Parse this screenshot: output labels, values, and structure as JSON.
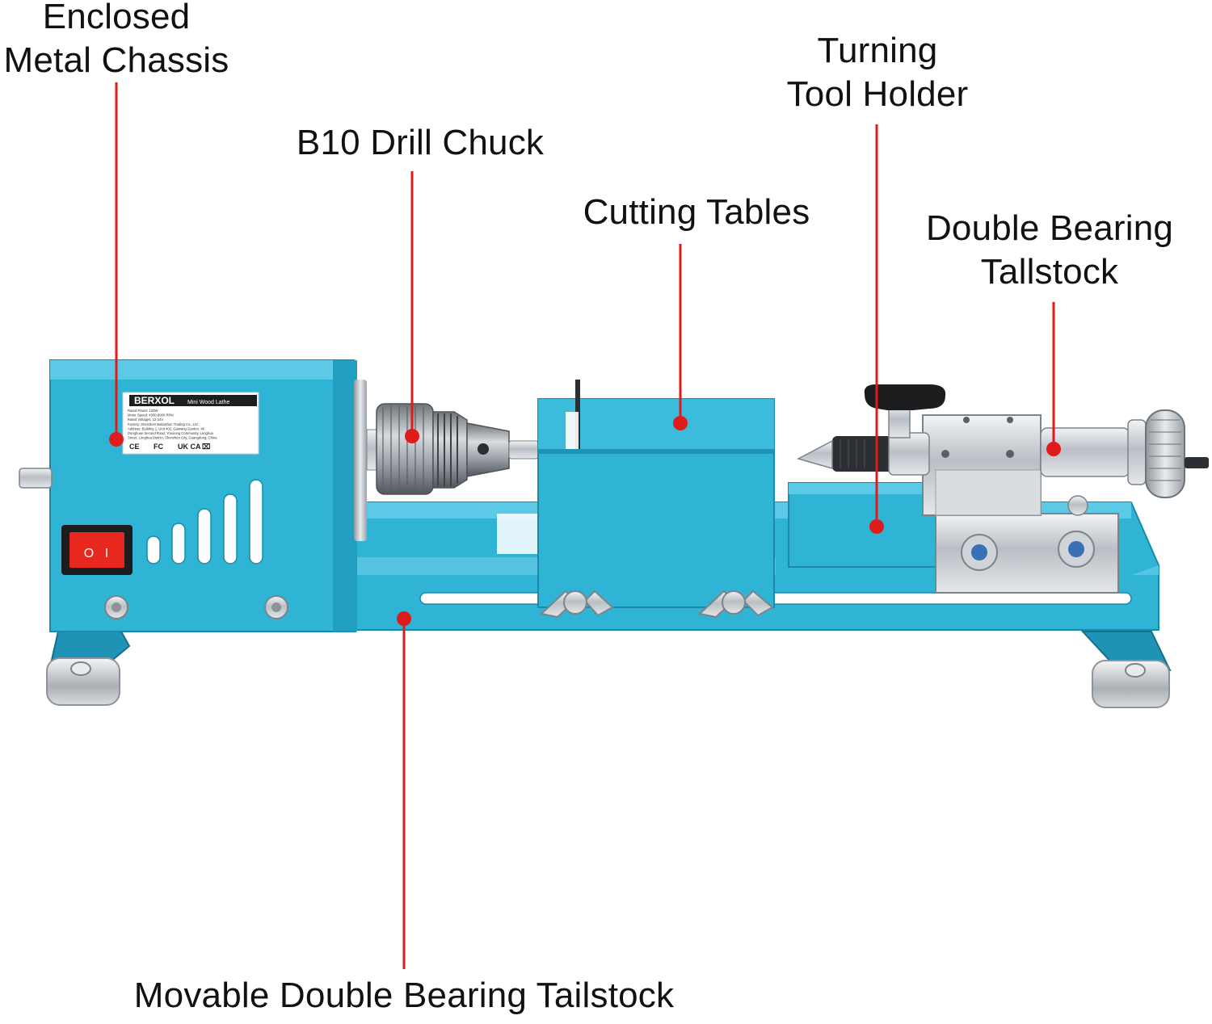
{
  "callouts": [
    {
      "id": "enclosed-metal-chassis",
      "lines": [
        "Enclosed",
        "Metal Chassis"
      ]
    },
    {
      "id": "b10-drill-chuck",
      "lines": [
        "B10 Drill Chuck"
      ]
    },
    {
      "id": "cutting-tables",
      "lines": [
        "Cutting Tables"
      ]
    },
    {
      "id": "turning-tool-holder",
      "lines": [
        "Turning",
        "Tool Holder"
      ]
    },
    {
      "id": "double-bearing-tailstock",
      "lines": [
        "Double Bearing",
        "Tallstock"
      ]
    },
    {
      "id": "movable-double-bearing-tailstock",
      "lines": [
        "Movable Double Bearing Tailstock"
      ]
    }
  ],
  "product_label": {
    "brand": "BERXOL",
    "product": "Mini Wood Lathe",
    "specs": [
      "Rated Power: 120W",
      "Motor Speed: 4300-8000 RPM",
      "Rated Voltages: 12-24V",
      "Factory: Shenzhen Beilaishun Trading Co., Ltd.",
      "Address: Building 1, Unit 403, Gaiwang Garden, 46",
      "Donghuan Second Road, Youxiong Community, Longhua",
      "Street, Longhua District, Shenzhen City, Guangdong, China"
    ],
    "marks": [
      "CE",
      "FC",
      "UK CA",
      "⌧"
    ]
  },
  "switch": {
    "on_symbol": "I",
    "off_symbol": "O"
  },
  "colors": {
    "body": "#2fb4d6",
    "body_dark": "#1f93b5",
    "body_light": "#5cc9e6",
    "callout_line": "#e01b1b",
    "switch_red": "#e8281e",
    "metal": "#c9ced3"
  }
}
